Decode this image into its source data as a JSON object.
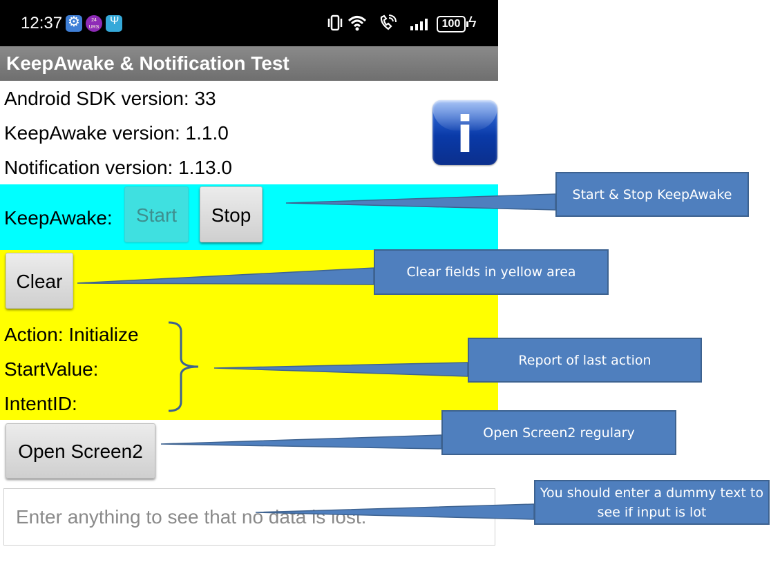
{
  "status_bar": {
    "time": "12:37",
    "ur_icon_text": "24\nURS",
    "battery": "100"
  },
  "app": {
    "title": "KeepAwake & Notification Test",
    "info_lines": {
      "sdk": "Android SDK version:  33",
      "keepawake": "KeepAwake version:  1.1.0",
      "notification": "Notification version: 1.13.0"
    },
    "info_button_glyph": "i",
    "keepawake_label": "KeepAwake:",
    "start_label": "Start",
    "stop_label": "Stop",
    "clear_label": "Clear",
    "report": {
      "action": "Action: Initialize",
      "start_value": "StartValue:",
      "intent_id": "IntentID:"
    },
    "open_screen2_label": "Open Screen2",
    "input_placeholder": "Enter anything to see that no data is lost:"
  },
  "colors": {
    "keepawake_area": "#00ffff",
    "report_area": "#ffff00",
    "callout_fill": "#4f7fbe",
    "title_bar": "#7a7a7a"
  },
  "annotations": {
    "keepawake": "Start & Stop KeepAwake",
    "clear": "Clear fields in yellow area",
    "report": "Report of last action",
    "open": "Open Screen2 regulary",
    "dummy": "You should enter a dummy text to see if input is lot"
  }
}
